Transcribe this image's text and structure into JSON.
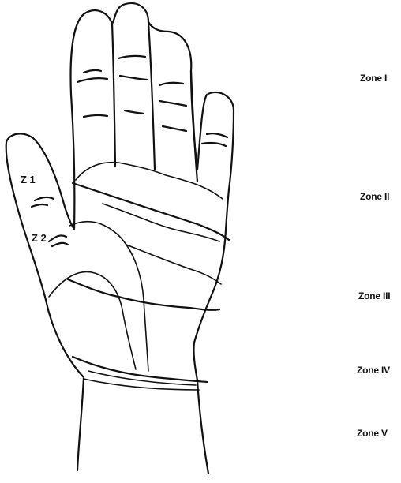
{
  "zones": [
    {
      "id": "zone-1",
      "label": "Zone I"
    },
    {
      "id": "zone-2",
      "label": "Zone II"
    },
    {
      "id": "zone-3",
      "label": "Zone III"
    },
    {
      "id": "zone-4",
      "label": "Zone IV"
    },
    {
      "id": "zone-5",
      "label": "Zone V"
    }
  ],
  "thumb_zones": [
    {
      "id": "thumb-zone-1",
      "label": "Z 1"
    },
    {
      "id": "thumb-zone-2",
      "label": "Z 2"
    }
  ]
}
